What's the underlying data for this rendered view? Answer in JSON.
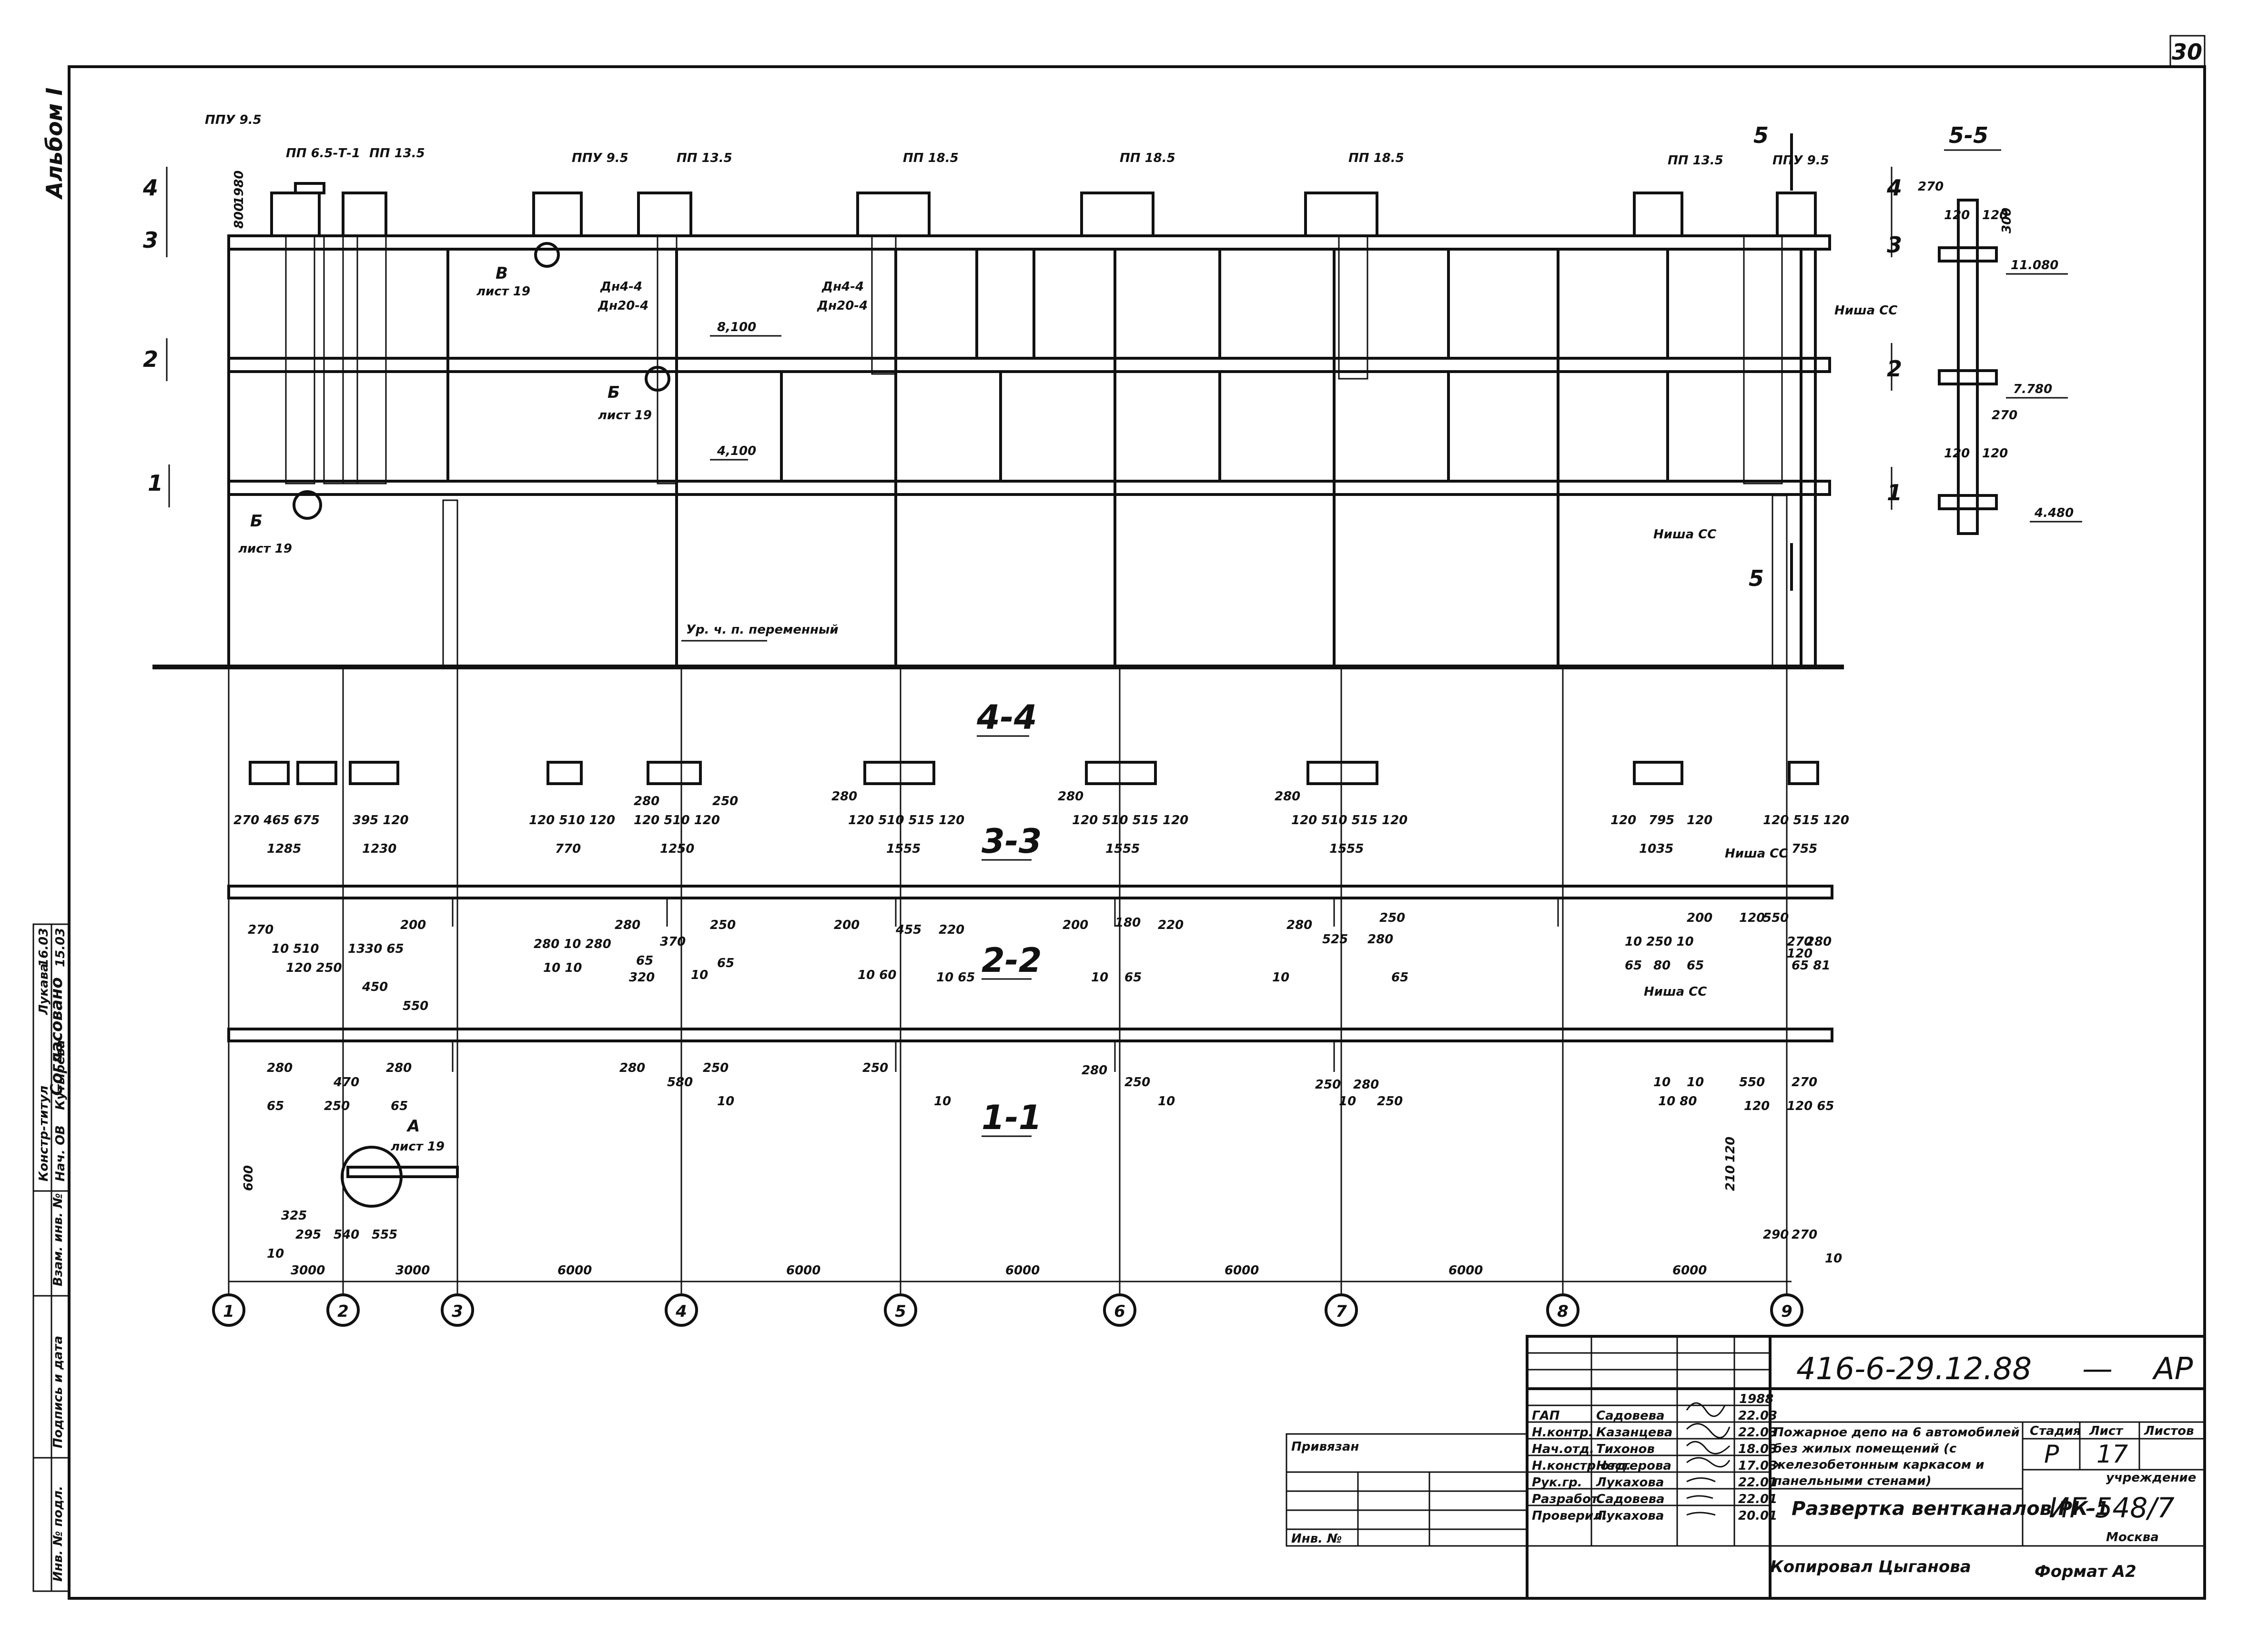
{
  "sheet": {
    "number": "30",
    "album": "Альбом I",
    "approval_label": "Согласовано",
    "approval_role": "Нач. ОВ",
    "approval_name": "Кутырёва",
    "approval_role2": "Констр-титул",
    "approval_sign": "Лукава",
    "approval_dates": [
      "15.03",
      "16.03"
    ],
    "side_fields": [
      "Взам. инв. №",
      "Подпись и дата",
      "Инв. № подл."
    ]
  },
  "elevation": {
    "level_labels": [
      "4",
      "3",
      "2",
      "1"
    ],
    "level_labels_right": [
      "4",
      "3",
      "2",
      "1"
    ],
    "tops": [
      "ППУ 9.5",
      "ПП 6.5-Т-1",
      "ПП 13.5",
      "ППУ 9.5",
      "ПП 13.5",
      "ПП 18.5",
      "ПП 18.5",
      "ПП 18.5",
      "ПП 13.5",
      "ППУ 9.5"
    ],
    "elev_dims": [
      "1980",
      "800"
    ],
    "marks": [
      "8,100",
      "4,100",
      "Ур. ч. п. переменный"
    ],
    "callouts": [
      {
        "letter": "В",
        "sheet": "лист 19"
      },
      {
        "letter": "Б",
        "sheet": "лист 19"
      },
      {
        "letter": "Б",
        "sheet": "лист 19"
      }
    ],
    "notes": [
      "Дн4-4",
      "Дн20-4",
      "Дн4-4",
      "Дн20-4",
      "Ниша СС",
      "Ниша СС"
    ],
    "cut5": "5"
  },
  "section55": {
    "title": "5-5",
    "dims": [
      "270",
      "120",
      "120",
      "300",
      "270",
      "120",
      "120"
    ],
    "marks": [
      "11.080",
      "7.780",
      "4.480"
    ]
  },
  "plan": {
    "title_44": "4-4",
    "title_33": "3-3",
    "title_22": "2-2",
    "title_11": "1-1",
    "niche": [
      "Ниша СС",
      "Ниша СС"
    ],
    "callout_A": {
      "letter": "А",
      "sheet": "лист 19"
    },
    "dims_row33_a": [
      "270 465 675",
      "395 120",
      "120 510 120",
      "280",
      "120 510 120",
      "250",
      "280",
      "120 510 515 120",
      "280",
      "120 510 515 120",
      "280",
      "120 510 515 120",
      "120",
      "795",
      "120",
      "120 515 120"
    ],
    "dims_row33_b": [
      "1285",
      "1230",
      "770",
      "1250",
      "1555",
      "1555",
      "1555",
      "1035",
      "755"
    ],
    "dims_row22": [
      "270",
      "200",
      "10 510",
      "1330 65",
      "120 250",
      "280 10 280",
      "10 10",
      "280",
      "370",
      "250",
      "65",
      "320",
      "10",
      "65",
      "200",
      "455",
      "220",
      "10 60",
      "10 65",
      "200",
      "180",
      "220",
      "10",
      "65",
      "280",
      "525",
      "280",
      "250",
      "10",
      "65",
      "200",
      "10 250 10",
      "65",
      "80",
      "65",
      "120",
      "550",
      "270",
      "280",
      "120",
      "65 81"
    ],
    "dims_row11": [
      "450",
      "550",
      "280",
      "470",
      "280",
      "65",
      "250",
      "65",
      "280",
      "580",
      "250",
      "10",
      "250",
      "10",
      "280",
      "250",
      "10",
      "250",
      "280",
      "10",
      "250",
      "10",
      "10",
      "10 80",
      "550",
      "270",
      "120",
      "120 65"
    ],
    "dims_low": [
      "600",
      "325",
      "295",
      "540",
      "555",
      "10",
      "210",
      "120",
      "290",
      "270",
      "10"
    ],
    "spans": [
      "3000",
      "3000",
      "6000",
      "6000",
      "6000",
      "6000",
      "6000",
      "6000"
    ],
    "axes": [
      "1",
      "2",
      "3",
      "4",
      "5",
      "6",
      "7",
      "8",
      "9"
    ]
  },
  "title_block": {
    "code": "416-6-29.12.88",
    "dash": "—",
    "mark": "АР",
    "year": "1988",
    "roles": [
      "ГАП",
      "Н.контр.",
      "Нач.отд.",
      "Н.констр.отд.",
      "Рук.гр.",
      "Разработ.",
      "Проверил."
    ],
    "names": [
      "Садовева",
      "Казанцева",
      "Тихонов",
      "Нестерова",
      "Лукахова",
      "Садовева",
      "Лукахова"
    ],
    "dates": [
      "22.03",
      "22.03",
      "18.03",
      "17.03",
      "22.01",
      "22.01",
      "20.01"
    ],
    "checked": "Привязан",
    "inv_label": "Инв. №",
    "object_name": "Пожарное депо на 6 автомобилей без жилых помещений (с железобетонным каркасом и панельными стенами)",
    "drawing_name": "Развертка вентканалов РК-1",
    "stage_label": "Стадия",
    "sheet_label": "Лист",
    "sheets_label": "Листов",
    "stage": "Р",
    "sheet_no": "17",
    "org_label": "учреждение",
    "org": "ИГ-548/7",
    "city": "Москва",
    "copied": "Копировал Цыганова",
    "format": "Формат А2"
  }
}
